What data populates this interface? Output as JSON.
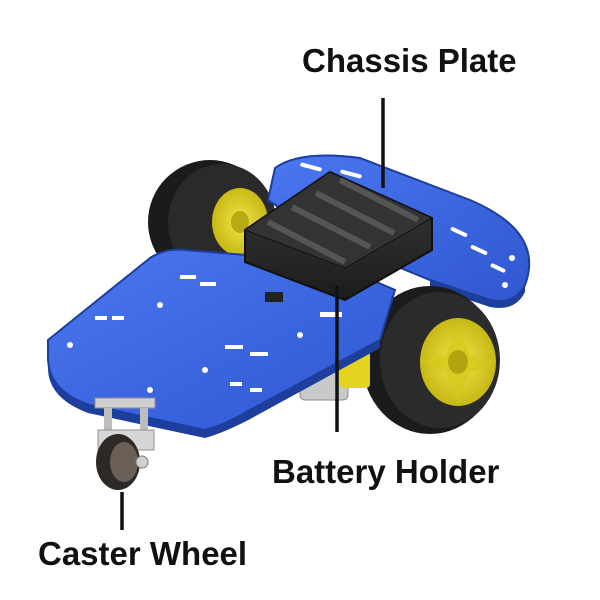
{
  "labels": {
    "chassis_plate": "Chassis Plate",
    "battery_holder": "Battery Holder",
    "caster_wheel": "Caster Wheel"
  },
  "colors": {
    "plate": "#3763e0",
    "plate_dark": "#234bb8",
    "plate_edge": "#1d3e9c",
    "tire": "#1f1f1f",
    "hub": "#e0d21e",
    "battery_holder": "#2b2b2b",
    "leader_line": "#111111"
  }
}
